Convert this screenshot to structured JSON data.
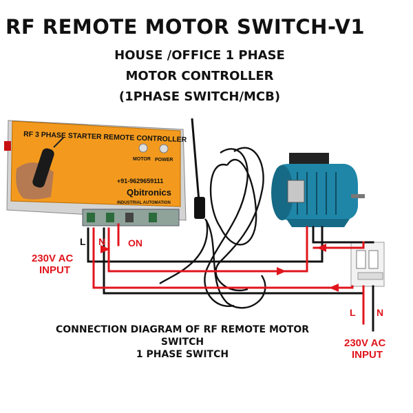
{
  "title": "RF REMOTE MOTOR SWITCH-V1",
  "subtitle": {
    "line1": "HOUSE /OFFICE 1 PHASE",
    "line2": "MOTOR CONTROLLER",
    "line3": "(1PHASE SWITCH/MCB)"
  },
  "controller": {
    "header": "RF 3 PHASE STARTER REMOTE CONTROLLER",
    "led_motor": "MOTOR",
    "led_power": "POWER",
    "phone": "+91-9629659111",
    "brand": "Qbitronics",
    "brand_tagline": "INDUSTRIAL AUTOMATION"
  },
  "labels": {
    "left_l": "L",
    "left_n": "N",
    "on": "ON",
    "left_input_line1": "230V AC",
    "left_input_line2": "INPUT",
    "right_l": "L",
    "right_n": "N",
    "right_input_line1": "230V AC",
    "right_input_line2": "INPUT"
  },
  "caption": {
    "line1": "CONNECTION DIAGRAM OF RF REMOTE MOTOR",
    "line2": "SWITCH",
    "line3": "1 PHASE SWITCH"
  },
  "colors": {
    "wire_red": "#e0141c",
    "wire_black": "#111111",
    "controller_body": "#f39a1e",
    "motor_body": "#1f86a8"
  }
}
